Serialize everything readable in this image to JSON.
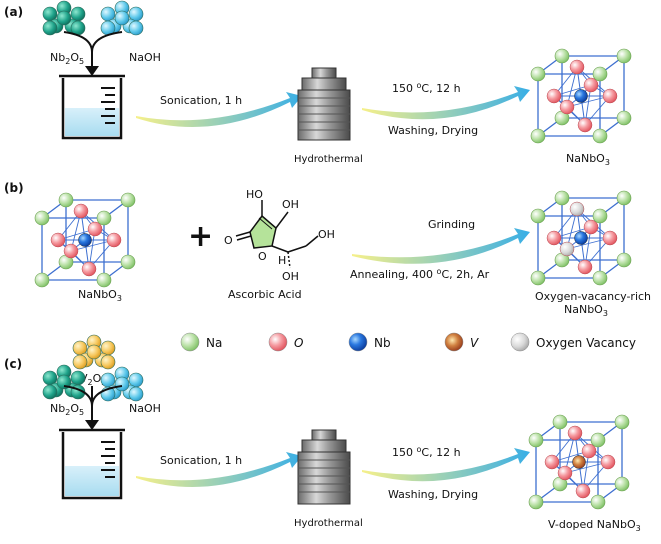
{
  "panels": {
    "a": {
      "label": "(a)",
      "reagent1": {
        "base": "Nb",
        "sub1": "2",
        "mid": "O",
        "sub2": "5"
      },
      "reagent2": "NaOH",
      "arrow1_label": "Sonication, 1 h",
      "vessel_label": "Hydrothermal",
      "arrow2_top_prefix": "150 ",
      "arrow2_top_sup": "o",
      "arrow2_top_suffix": "C, 12 h",
      "arrow2_bottom": "Washing, Drying",
      "product": {
        "base": "NaNbO",
        "sub": "3"
      }
    },
    "b": {
      "label": "(b)",
      "reactant": {
        "base": "NaNbO",
        "sub": "3"
      },
      "plus": "+",
      "additive": "Ascorbic Acid",
      "arrow_top": "Grinding",
      "arrow_bottom_prefix": "Annealing, 400 ",
      "arrow_bottom_sup": "o",
      "arrow_bottom_suffix": "C, 2h, Ar",
      "product_line1": "Oxygen-vacancy-rich",
      "product_line2": {
        "base": "NaNbO",
        "sub": "3"
      }
    },
    "c": {
      "label": "(c)",
      "dopant": {
        "base": "V",
        "sub1": "2",
        "mid": "O",
        "sub2": "5"
      },
      "reagent1": {
        "base": "Nb",
        "sub1": "2",
        "mid": "O",
        "sub2": "5"
      },
      "reagent2": "NaOH",
      "arrow1_label": "Sonication, 1 h",
      "vessel_label": "Hydrothermal",
      "arrow2_top_prefix": "150 ",
      "arrow2_top_sup": "o",
      "arrow2_top_suffix": "C, 12 h",
      "arrow2_bottom": "Washing, Drying",
      "product": {
        "base": "V-doped NaNbO",
        "sub": "3"
      }
    }
  },
  "molecule_labels": {
    "ho1": "HO",
    "oh1": "OH",
    "o_keto": "O",
    "o_ring": "O",
    "oh2": "OH",
    "oh3": "OH",
    "h": "H"
  },
  "legend": [
    {
      "label": "Na",
      "color": "#9fd08a"
    },
    {
      "label": "O",
      "color": "#f07e84"
    },
    {
      "label": "Nb",
      "color": "#1e63c8"
    },
    {
      "label": "V",
      "color": "#c0703a"
    },
    {
      "label": "Oxygen Vacancy",
      "color": "#c8c8c8"
    }
  ],
  "colors": {
    "nb2o5": "#1fa38a",
    "naoh": "#5cc8ea",
    "v2o5": "#f6c65a",
    "lattice_line": "#3d6fd0",
    "arrow_start": "#f4ec6a",
    "arrow_end": "#3db0e6"
  }
}
